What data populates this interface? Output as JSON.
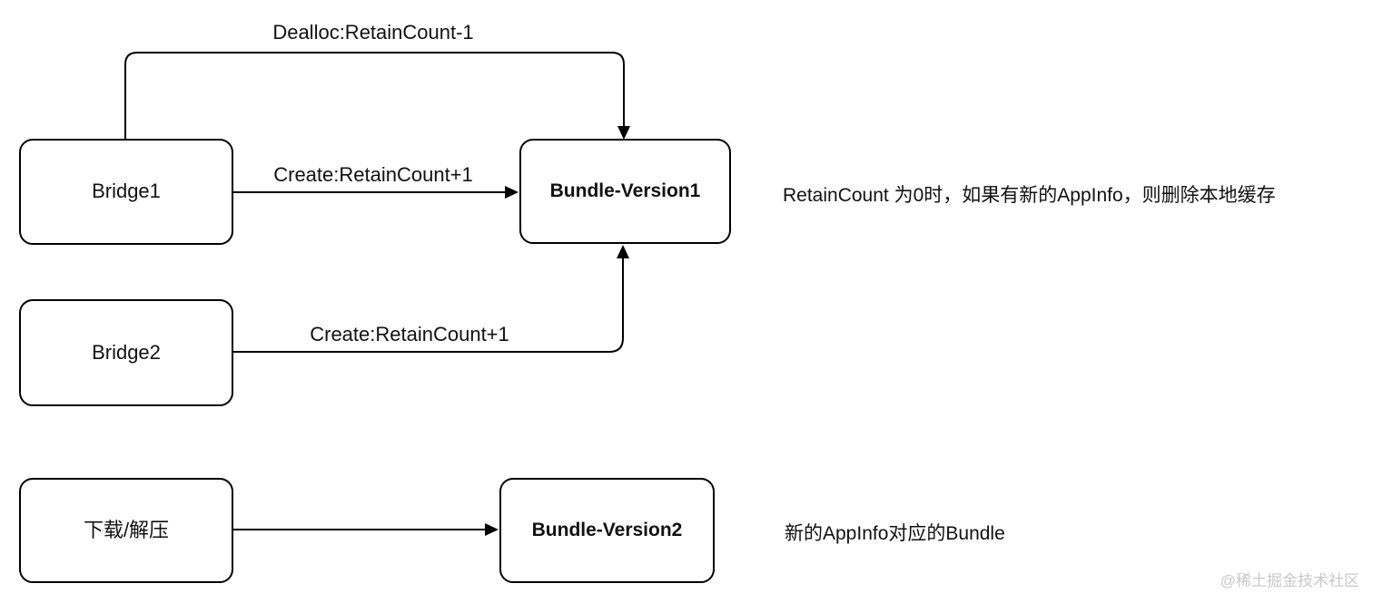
{
  "diagram": {
    "nodes": {
      "bridge1": {
        "label": "Bridge1"
      },
      "bridge2": {
        "label": "Bridge2"
      },
      "download": {
        "label": "下载/解压"
      },
      "bundle1": {
        "label": "Bundle-Version1"
      },
      "bundle2": {
        "label": "Bundle-Version2"
      }
    },
    "edges": {
      "dealloc": {
        "from": "bridge1",
        "to": "bundle1",
        "label": "Dealloc:RetainCount-1"
      },
      "create1": {
        "from": "bridge1",
        "to": "bundle1",
        "label": "Create:RetainCount+1"
      },
      "create2": {
        "from": "bridge2",
        "to": "bundle1",
        "label": "Create:RetainCount+1"
      },
      "download": {
        "from": "download",
        "to": "bundle2",
        "label": ""
      }
    },
    "annotations": {
      "bundle1_note": "RetainCount 为0时，如果有新的AppInfo，则删除本地缓存",
      "bundle2_note": "新的AppInfo对应的Bundle"
    },
    "watermark": "@稀土掘金技术社区",
    "colors": {
      "line": "#000000",
      "background": "#ffffff",
      "text": "#111111",
      "watermark": "#c9c9c9"
    }
  }
}
